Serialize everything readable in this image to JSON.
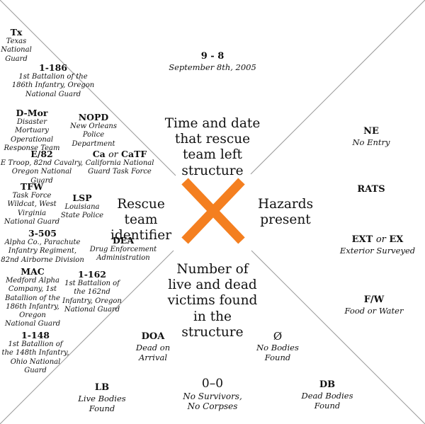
{
  "quadrants": {
    "top": {
      "title": "Time and date that rescue team left structure"
    },
    "left": {
      "title": "Rescue team identifier"
    },
    "right": {
      "title": "Hazards present"
    },
    "bottom": {
      "title": "Number of live and dead victims found in the structure"
    }
  },
  "time_date": {
    "code": "9 - 8",
    "desc": "September 8th, 2005"
  },
  "team_identifiers": [
    {
      "code": "Tx",
      "desc": "Texas National Guard"
    },
    {
      "code": "1-186",
      "desc": "1st Battalion of the 186th Infantry, Oregon National Guard"
    },
    {
      "code": "D-Mor",
      "desc": "Disaster Mortuary Operational Response Team"
    },
    {
      "code": "NOPD",
      "desc": "New Orleans Police Department"
    },
    {
      "code": "E/82",
      "desc": "E Troop, 82nd Cavalry, Oregon National Guard"
    },
    {
      "code_a": "Ca",
      "or": "or",
      "code_b": "CaTF",
      "desc": "California National Guard Task Force"
    },
    {
      "code": "TFW",
      "desc": "Task Force Wildcat, West Virginia National Guard"
    },
    {
      "code": "LSP",
      "desc": "Louisiana State Police"
    },
    {
      "code": "3-505",
      "desc": "Alpha Co., Parachute Infantry Regiment, 82nd Airborne Division"
    },
    {
      "code": "DEA",
      "desc": "Drug Enforcement Administration"
    },
    {
      "code": "MAC",
      "desc": "Medford Alpha Company, 1st Batallion of the 186th Infantry, Oregon National Guard"
    },
    {
      "code": "1-162",
      "desc": "1st Battalion of the 162nd Infantry, Oregon National Guard"
    },
    {
      "code": "1-148",
      "desc": "1st Batallion of the 148th Infantry, Ohio National Guard"
    }
  ],
  "hazards": [
    {
      "code": "NE",
      "desc": "No Entry"
    },
    {
      "code": "RATS",
      "desc": ""
    },
    {
      "code_a": "EXT",
      "or": "or",
      "code_b": "EX",
      "desc": "Exterior Surveyed"
    },
    {
      "code": "F/W",
      "desc": "Food or Water"
    }
  ],
  "victims": [
    {
      "code": "DOA",
      "desc": "Dead on Arrival"
    },
    {
      "code": "Ø",
      "desc": "No Bodies Found"
    },
    {
      "code": "LB",
      "desc": "Live Bodies Found"
    },
    {
      "code": "0–0",
      "desc": "No Survivors, No Corpses"
    },
    {
      "code": "DB",
      "desc": "Dead Bodies Found"
    }
  ],
  "colors": {
    "x_mark": "#f47f20",
    "lines": "#9a9a9a",
    "text": "#111111"
  }
}
